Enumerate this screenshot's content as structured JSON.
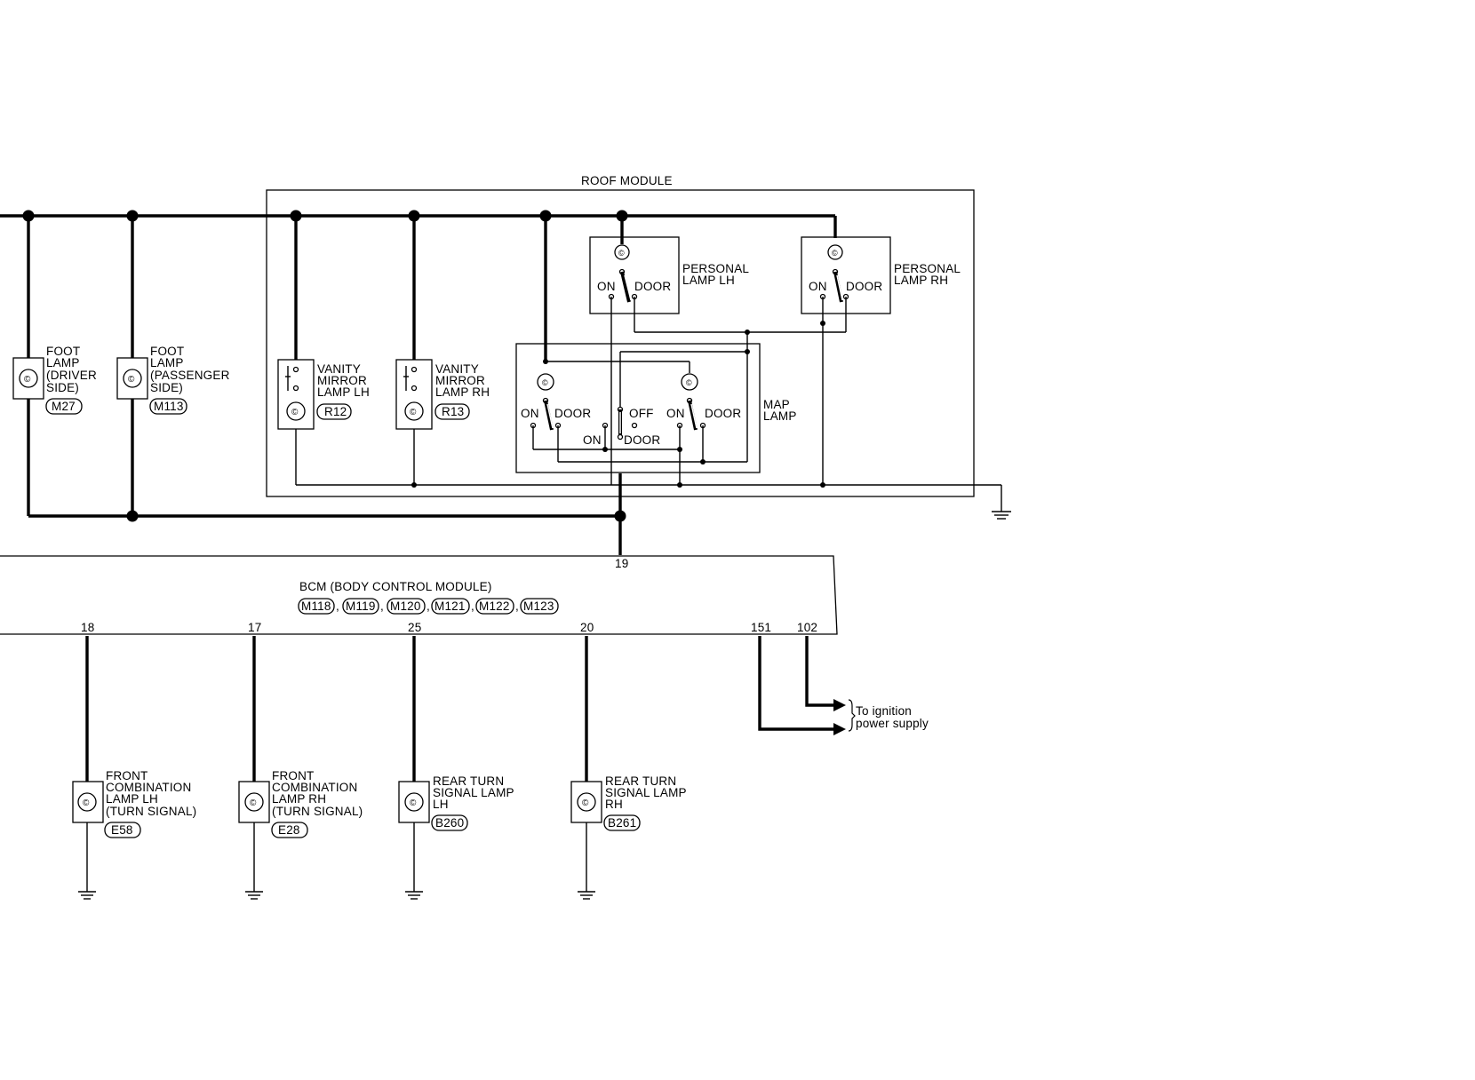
{
  "roof_module": {
    "label": "ROOF MODULE"
  },
  "foot_lamp_driver": {
    "lines": [
      "FOOT",
      "LAMP",
      "(DRIVER",
      "SIDE)"
    ],
    "connector": "M27"
  },
  "foot_lamp_passenger": {
    "lines": [
      "FOOT",
      "LAMP",
      "(PASSENGER",
      " SIDE)"
    ],
    "connector": "M113"
  },
  "vanity_lh": {
    "lines": [
      "VANITY",
      "MIRROR",
      "LAMP LH"
    ],
    "connector": "R12"
  },
  "vanity_rh": {
    "lines": [
      "VANITY",
      "MIRROR",
      "LAMP RH"
    ],
    "connector": "R13"
  },
  "personal_lh": {
    "lines": [
      "PERSONAL",
      "LAMP LH"
    ],
    "on": "ON",
    "door": "DOOR"
  },
  "personal_rh": {
    "lines": [
      "PERSONAL",
      "LAMP RH"
    ],
    "on": "ON",
    "door": "DOOR"
  },
  "map_lamp": {
    "lines": [
      "MAP",
      "LAMP"
    ],
    "left_on": "ON",
    "left_door": "DOOR",
    "off": "OFF",
    "mid_on": "ON",
    "mid_door": "DOOR",
    "right_on": "ON",
    "right_door": "DOOR"
  },
  "bcm": {
    "label": "BCM (BODY CONTROL MODULE)",
    "connectors": [
      "M118",
      "M119",
      "M120",
      "M121",
      "M122",
      "M123"
    ],
    "pins": {
      "top": "19",
      "p18": "18",
      "p17": "17",
      "p25": "25",
      "p20": "20",
      "p151": "151",
      "p102": "102"
    }
  },
  "ignition": {
    "lines": [
      "To ignition",
      "power supply"
    ]
  },
  "front_combo_lh": {
    "lines": [
      "FRONT",
      "COMBINATION",
      "LAMP LH",
      "(TURN SIGNAL)"
    ],
    "connector": "E58"
  },
  "front_combo_rh": {
    "lines": [
      "FRONT",
      "COMBINATION",
      "LAMP RH",
      "(TURN SIGNAL)"
    ],
    "connector": "E28"
  },
  "rear_turn_lh": {
    "lines": [
      "REAR TURN",
      "SIGNAL LAMP",
      "LH"
    ],
    "connector": "B260"
  },
  "rear_turn_rh": {
    "lines": [
      "REAR TURN",
      "SIGNAL LAMP",
      "RH"
    ],
    "connector": "B261"
  }
}
